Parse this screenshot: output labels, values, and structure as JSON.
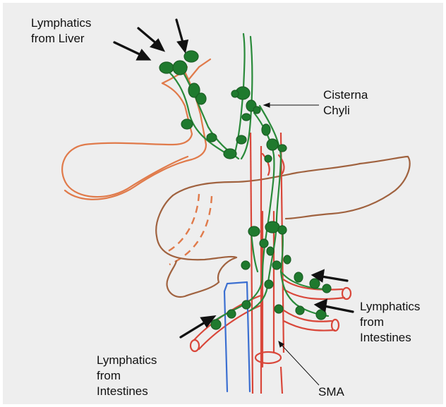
{
  "labels": {
    "liver": {
      "line1": "Lymphatics",
      "line2": "from Liver"
    },
    "cisterna": {
      "line1": "Cisterna",
      "line2": "Chyli"
    },
    "intestines_right": {
      "line1": "Lymphatics",
      "line2": "from",
      "line3": "Intestines"
    },
    "intestines_left": {
      "line1": "Lymphatics",
      "line2": "from",
      "line3": "Intestines"
    },
    "sma": "SMA"
  },
  "colors": {
    "paper": "#eeeeee",
    "lymphatic": "#2a8a3a",
    "node": "#1f7a2e",
    "pancreas_outline": "#a0623f",
    "gallbladder": "#e07a4a",
    "artery": "#d9473a",
    "vein": "#3b6fd1",
    "arrow": "#111111"
  }
}
